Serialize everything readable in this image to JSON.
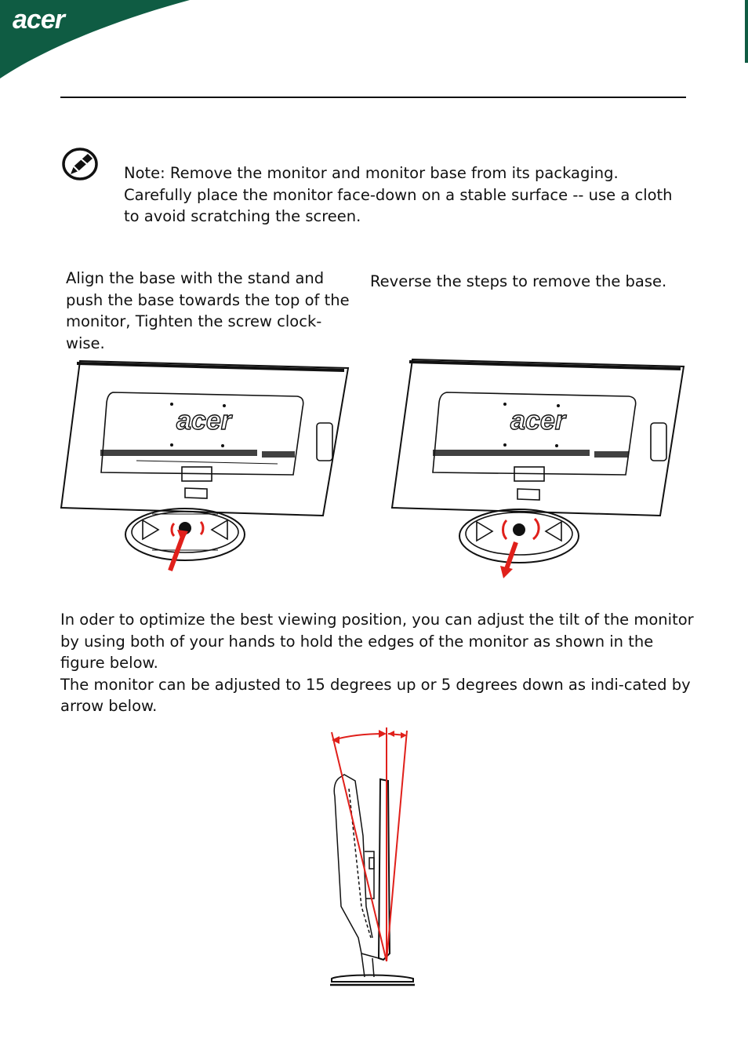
{
  "header": {
    "brand": "acer",
    "brand_color": "#0f5c43"
  },
  "note": {
    "icon": "note-pen-icon",
    "text": "Note: Remove the monitor and monitor base from its packaging. Carefully place the monitor face-down on a stable surface -- use a cloth to avoid scratching the screen."
  },
  "install": {
    "left_text": "Align the base with the stand and push the base towards the top of the monitor, Tighten the screw clock-wise.",
    "right_text": "Reverse the steps to remove the base.",
    "monitor_logo": "acer",
    "arrow_color": "#e0201b"
  },
  "tilt": {
    "line1": "In oder to optimize the best viewing position, you can adjust the tilt of the monitor by using both of your hands to hold the edges of the monitor as shown in the figure below.",
    "line2": "The monitor can be adjusted to 15 degrees up or 5 degrees down as indi-cated by arrow below."
  }
}
